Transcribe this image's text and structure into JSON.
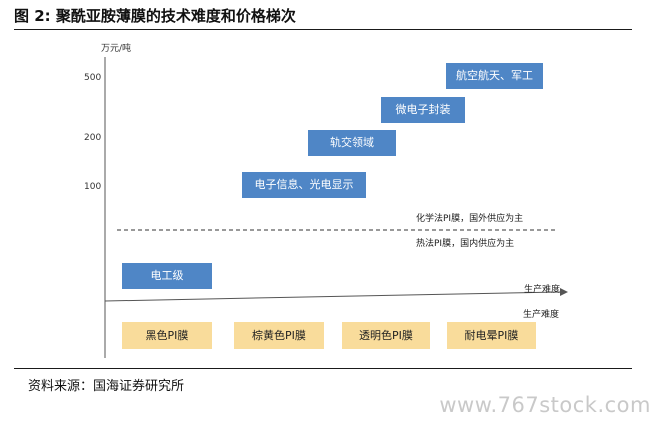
{
  "figure": {
    "title": "图 2: 聚酰亚胺薄膜的技术难度和价格梯次",
    "y_unit": "万元/吨",
    "y_ticks": [
      "500",
      "200",
      "100"
    ],
    "x_axis_label_top": "生产难度",
    "x_axis_label_bottom": "生产难度",
    "tiers": [
      {
        "label": "航空航天、军工"
      },
      {
        "label": "微电子封装"
      },
      {
        "label": "轨交领域"
      },
      {
        "label": "电子信息、光电显示"
      },
      {
        "label": "电工级"
      }
    ],
    "divider_notes": {
      "above": "化学法PI膜，国外供应为主",
      "below": "热法PI膜，国内供应为主"
    },
    "product_types": [
      {
        "label": "黑色PI膜"
      },
      {
        "label": "棕黄色PI膜"
      },
      {
        "label": "透明色PI膜"
      },
      {
        "label": "耐电晕PI膜"
      }
    ],
    "source": "资料来源：国海证券研究所",
    "watermark": "www.767stock.com"
  },
  "colors": {
    "tier_box": "#4f86c6",
    "product_box": "#f9dc9b",
    "axis": "#555555"
  }
}
